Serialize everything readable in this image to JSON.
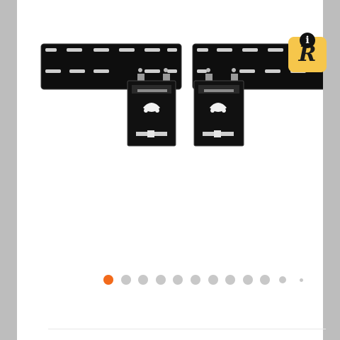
{
  "product": {
    "image_icon": "wall-mount-bracket-icon"
  },
  "badge": {
    "letter": "R",
    "info_glyph": "i",
    "icon": "recommendation-badge-icon",
    "color": "#f6c64b"
  },
  "carousel": {
    "active_index": 0,
    "active_color": "#f26a1b",
    "inactive_color": "#c8c8c8",
    "dots": [
      {
        "index": 1
      },
      {
        "index": 2
      },
      {
        "index": 3
      },
      {
        "index": 4
      },
      {
        "index": 5
      },
      {
        "index": 6
      },
      {
        "index": 7
      },
      {
        "index": 8
      },
      {
        "index": 9
      },
      {
        "index": 10
      },
      {
        "index": 11
      },
      {
        "index": 12
      }
    ]
  }
}
